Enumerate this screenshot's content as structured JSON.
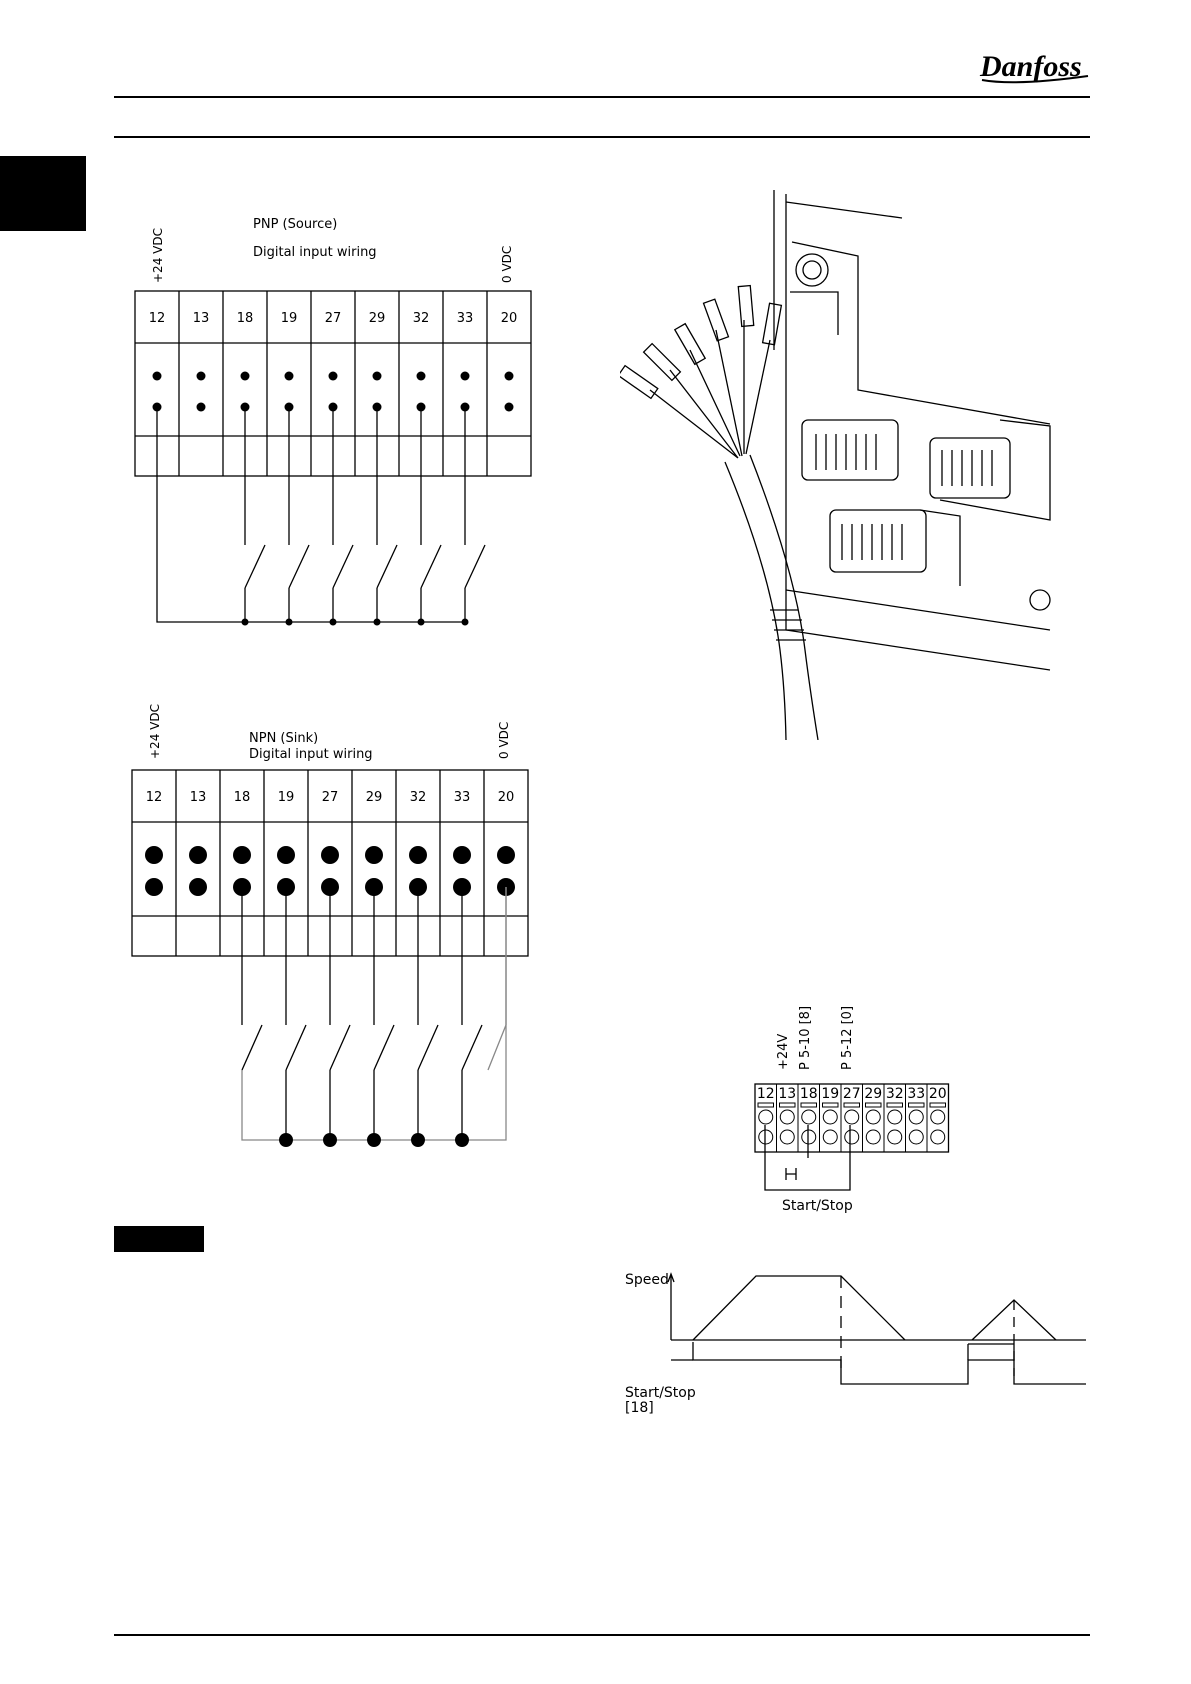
{
  "brand": {
    "logo_text": "Danfoss"
  },
  "pnp_diagram": {
    "title": "PNP (Source)",
    "subtitle": "Digital input wiring",
    "left_supply": "+24 VDC",
    "right_supply": "0 VDC",
    "terminals": [
      "12",
      "13",
      "18",
      "19",
      "27",
      "29",
      "32",
      "33",
      "20"
    ]
  },
  "npn_diagram": {
    "title": "NPN (Sink)",
    "subtitle": "Digital input wiring",
    "left_supply": "+24 VDC",
    "right_supply": "0 VDC",
    "terminals": [
      "12",
      "13",
      "18",
      "19",
      "27",
      "29",
      "32",
      "33",
      "20"
    ]
  },
  "start_stop_wiring": {
    "label_24v": "+24V",
    "label_p510": "P 5-10 [8]",
    "label_p512": "P 5-12 [0]",
    "terminals": [
      "12",
      "13",
      "18",
      "19",
      "27",
      "29",
      "32",
      "33",
      "20"
    ],
    "caption": "Start/Stop"
  },
  "timing_diagram": {
    "speed_label": "Speed",
    "input_label": "Start/Stop",
    "input_terminal": "[18]"
  }
}
